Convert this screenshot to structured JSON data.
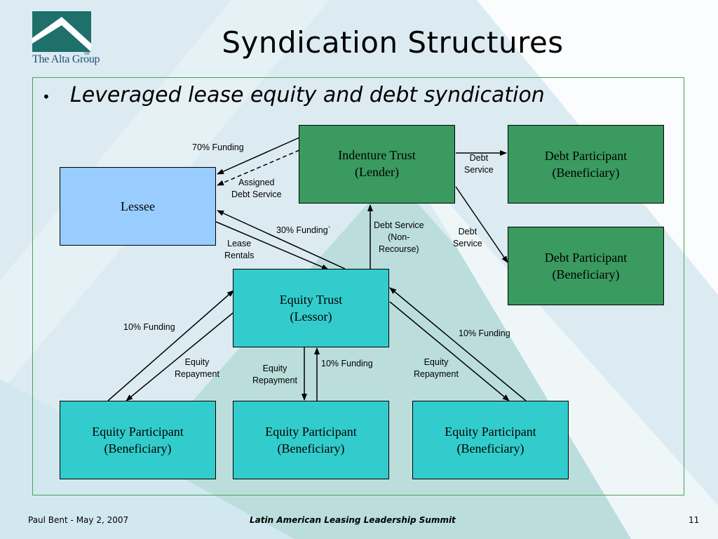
{
  "slide": {
    "title": "Syndication Structures",
    "bullet": "Leveraged lease equity and debt syndication"
  },
  "logo": {
    "name": "The Alta Group",
    "mark": "SM"
  },
  "boxes": {
    "lessee": "Lessee",
    "indenture_trust": {
      "line1": "Indenture Trust",
      "line2": "(Lender)"
    },
    "debt_participant_1": {
      "line1": "Debt Participant",
      "line2": "(Beneficiary)"
    },
    "debt_participant_2": {
      "line1": "Debt Participant",
      "line2": "(Beneficiary)"
    },
    "equity_trust": {
      "line1": "Equity Trust",
      "line2": "(Lessor)"
    },
    "equity_participant_1": {
      "line1": "Equity Participant",
      "line2": "(Beneficiary)"
    },
    "equity_participant_2": {
      "line1": "Equity Participant",
      "line2": "(Beneficiary)"
    },
    "equity_participant_3": {
      "line1": "Equity Participant",
      "line2": "(Beneficiary)"
    }
  },
  "labels": {
    "funding_70": "70% Funding",
    "assigned_debt_service": {
      "line1": "Assigned",
      "line2": "Debt Service"
    },
    "funding_30": "30% Funding`",
    "lease_rentals": {
      "line1": "Lease",
      "line2": "Rentals"
    },
    "debt_service_nonrecourse": {
      "line1": "Debt Service",
      "line2": "(Non-",
      "line3": "Recourse)"
    },
    "debt_service_1": {
      "line1": "Debt",
      "line2": "Service"
    },
    "debt_service_2": {
      "line1": "Debt",
      "line2": "Service"
    },
    "funding_10_left": "10% Funding",
    "funding_10_right": "10% Funding",
    "funding_10_mid": "10% Funding",
    "equity_repayment_left": {
      "line1": "Equity",
      "line2": "Repayment"
    },
    "equity_repayment_mid": {
      "line1": "Equity",
      "line2": "Repayment"
    },
    "equity_repayment_right": {
      "line1": "Equity",
      "line2": "Repayment"
    }
  },
  "footer": {
    "author": "Paul Bent  -  May 2, 2007",
    "event": "Latin American Leasing Leadership Summit",
    "page": "11"
  },
  "colors": {
    "background": "#dcebf2",
    "dark_green": "#3a9a60",
    "teal": "#33cccc",
    "light_blue": "#99ccff",
    "frame": "#4aa05a"
  }
}
